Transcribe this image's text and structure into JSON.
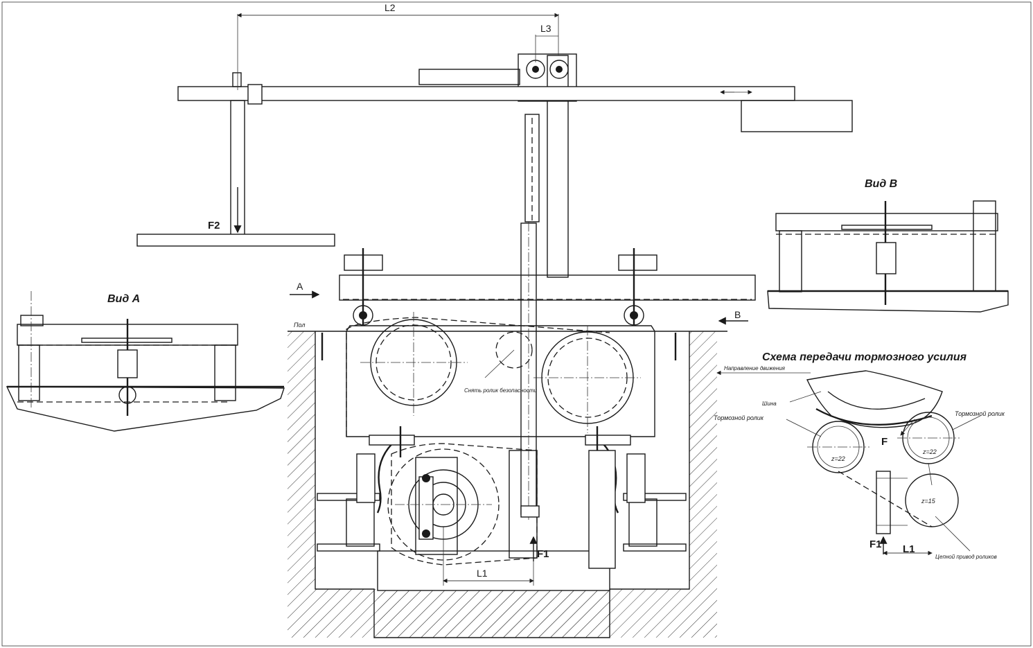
{
  "labels": {
    "dim_l2": "L2",
    "dim_l3": "L3",
    "dim_l1": "L1",
    "force_f1": "F1",
    "force_f2": "F2",
    "view_a_arrow": "A",
    "view_b_arrow": "B",
    "floor": "Пол",
    "safety_roller": "Снять ролик безопасности",
    "view_a_title": "Вид А",
    "view_b_title": "Вид В",
    "scheme_title": "Схема передачи тормозного усилия",
    "motion_direction": "Направление движения",
    "tire": "Шина",
    "brake_roller_left": "Тормозной ролик",
    "brake_roller_right": "Тормозной ролик",
    "force_f": "F",
    "z_left": "z=22",
    "z_right": "z=22",
    "z_small": "z=15",
    "scheme_f1": "F1",
    "scheme_l1": "L1",
    "chain_drive": "Цепной привод роликов"
  }
}
